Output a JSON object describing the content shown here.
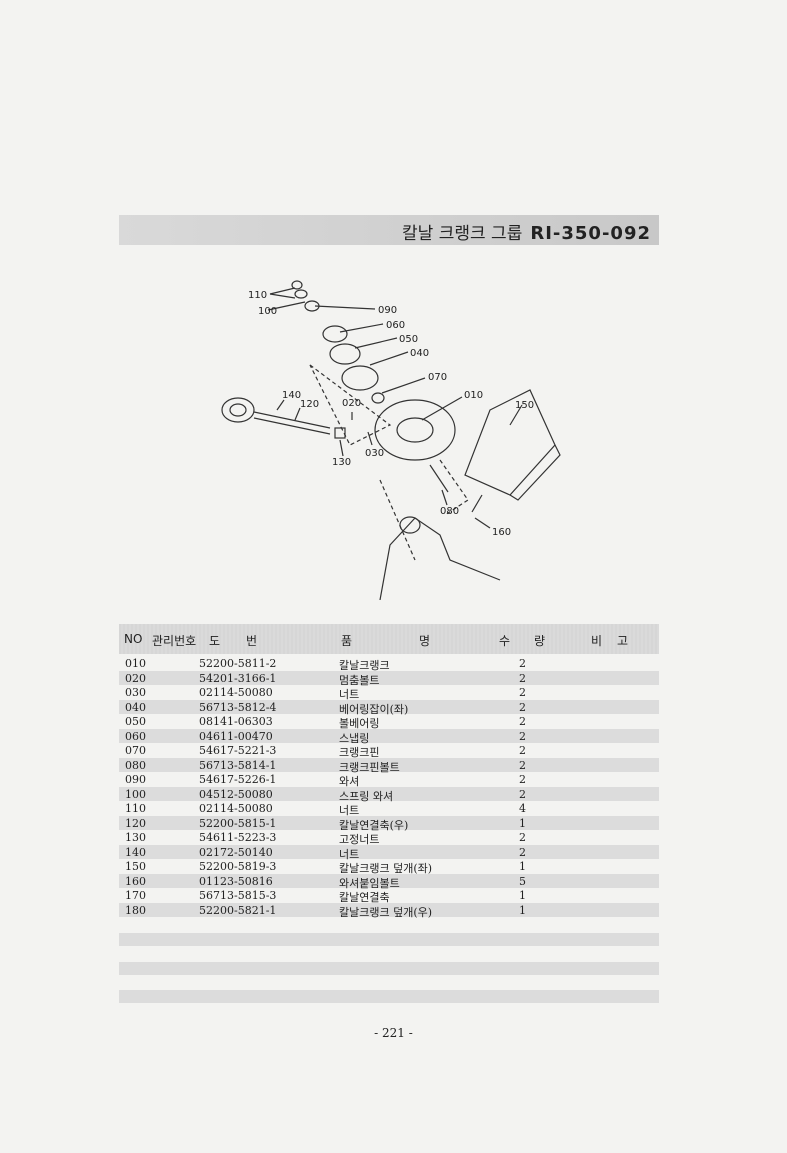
{
  "title": {
    "text": "칼날 크랭크 그룹",
    "code": "RI-350-092"
  },
  "diagram_labels": [
    "110",
    "100",
    "090",
    "060",
    "050",
    "040",
    "070",
    "010",
    "150",
    "140",
    "120",
    "020",
    "030",
    "130",
    "080",
    "160"
  ],
  "table": {
    "headers": [
      "NO",
      "관리번호",
      "도",
      "번",
      "품",
      "명",
      "수",
      "량",
      "비",
      "고"
    ],
    "rows": [
      {
        "no": "010",
        "code": "52200-5811-2",
        "name": "칼날크랭크",
        "qty": "2"
      },
      {
        "no": "020",
        "code": "54201-3166-1",
        "name": "멈춤볼트",
        "qty": "2"
      },
      {
        "no": "030",
        "code": "02114-50080",
        "name": "너트",
        "qty": "2"
      },
      {
        "no": "040",
        "code": "56713-5812-4",
        "name": "베어링잡이(좌)",
        "qty": "2"
      },
      {
        "no": "050",
        "code": "08141-06303",
        "name": "볼베어링",
        "qty": "2"
      },
      {
        "no": "060",
        "code": "04611-00470",
        "name": "스냅링",
        "qty": "2"
      },
      {
        "no": "070",
        "code": "54617-5221-3",
        "name": "크랭크핀",
        "qty": "2"
      },
      {
        "no": "080",
        "code": "56713-5814-1",
        "name": "크랭크핀볼트",
        "qty": "2"
      },
      {
        "no": "090",
        "code": "54617-5226-1",
        "name": "와셔",
        "qty": "2"
      },
      {
        "no": "100",
        "code": "04512-50080",
        "name": "스프링 와셔",
        "qty": "2"
      },
      {
        "no": "110",
        "code": "02114-50080",
        "name": "너트",
        "qty": "4"
      },
      {
        "no": "120",
        "code": "52200-5815-1",
        "name": "칼날연결축(우)",
        "qty": "1"
      },
      {
        "no": "130",
        "code": "54611-5223-3",
        "name": "고정너트",
        "qty": "2"
      },
      {
        "no": "140",
        "code": "02172-50140",
        "name": "너트",
        "qty": "2"
      },
      {
        "no": "150",
        "code": "52200-5819-3",
        "name": "칼날크랭크 덮개(좌)",
        "qty": "1"
      },
      {
        "no": "160",
        "code": "01123-50816",
        "name": "와셔붙임볼트",
        "qty": "5"
      },
      {
        "no": "170",
        "code": "56713-5815-3",
        "name": "칼날연결축",
        "qty": "1"
      },
      {
        "no": "180",
        "code": "52200-5821-1",
        "name": "칼날크랭크 덮개(우)",
        "qty": "1"
      }
    ]
  },
  "page_number": "- 221 -"
}
